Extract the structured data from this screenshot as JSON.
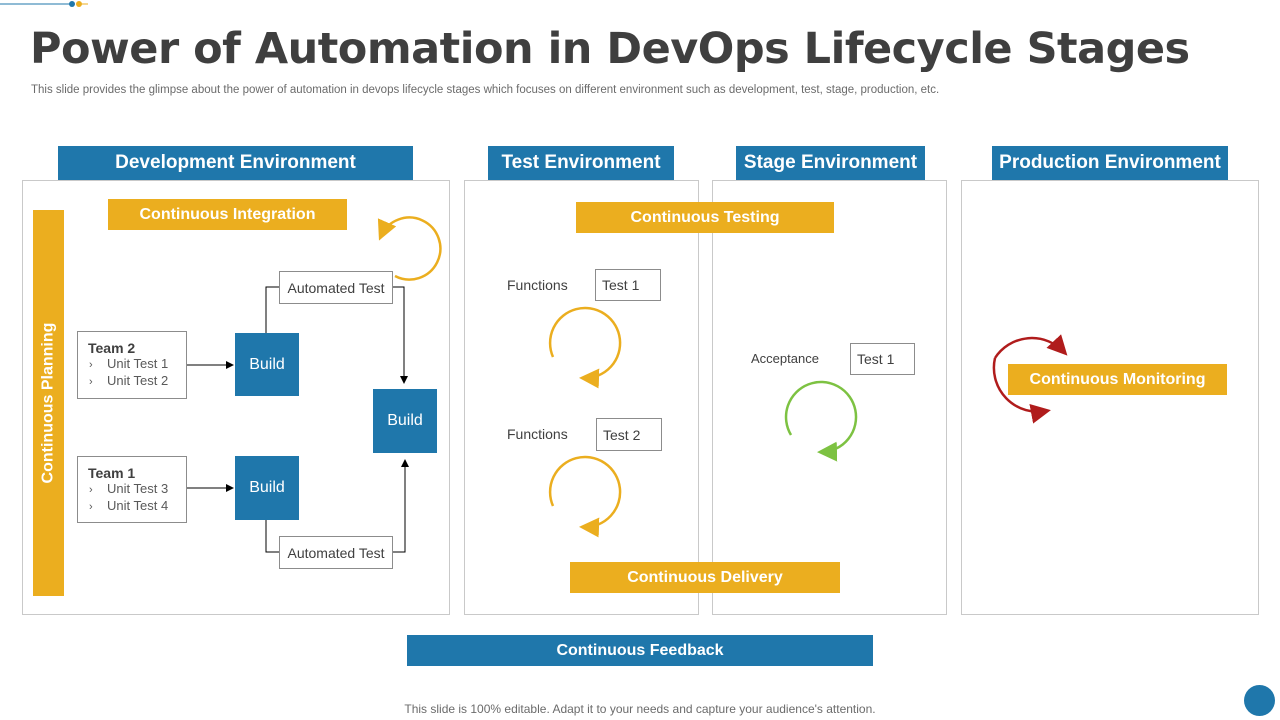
{
  "header": {
    "title": "Power of Automation in DevOps Lifecycle Stages",
    "subtitle": "This slide provides the glimpse about the power of automation in devops lifecycle stages which focuses on different environment such as development, test, stage, production, etc."
  },
  "environments": {
    "development": "Development Environment",
    "test": "Test Environment",
    "stage": "Stage Environment",
    "production": "Production Environment"
  },
  "development": {
    "continuous_planning": "Continuous Planning",
    "continuous_integration": "Continuous Integration",
    "team2": {
      "name": "Team 2",
      "items": [
        "Unit Test 1",
        "Unit Test 2"
      ]
    },
    "team1": {
      "name": "Team 1",
      "items": [
        "Unit Test 3",
        "Unit Test 4"
      ]
    },
    "build_label": "Build",
    "automated_test_label": "Automated Test",
    "chevron": "›"
  },
  "test": {
    "continuous_testing": "Continuous Testing",
    "row1": {
      "label": "Functions",
      "test": "Test 1"
    },
    "row2": {
      "label": "Functions",
      "test": "Test 2"
    },
    "continuous_delivery": "Continuous Delivery"
  },
  "stage": {
    "label": "Acceptance",
    "test": "Test 1"
  },
  "production": {
    "continuous_monitoring": "Continuous Monitoring"
  },
  "feedback": "Continuous Feedback",
  "footer": "This slide is 100% editable. Adapt it to your needs and capture your audience's attention.",
  "colors": {
    "blue": "#1f77ab",
    "yellow": "#ebae1f",
    "green": "#7dc242",
    "red": "#b01c1c"
  }
}
